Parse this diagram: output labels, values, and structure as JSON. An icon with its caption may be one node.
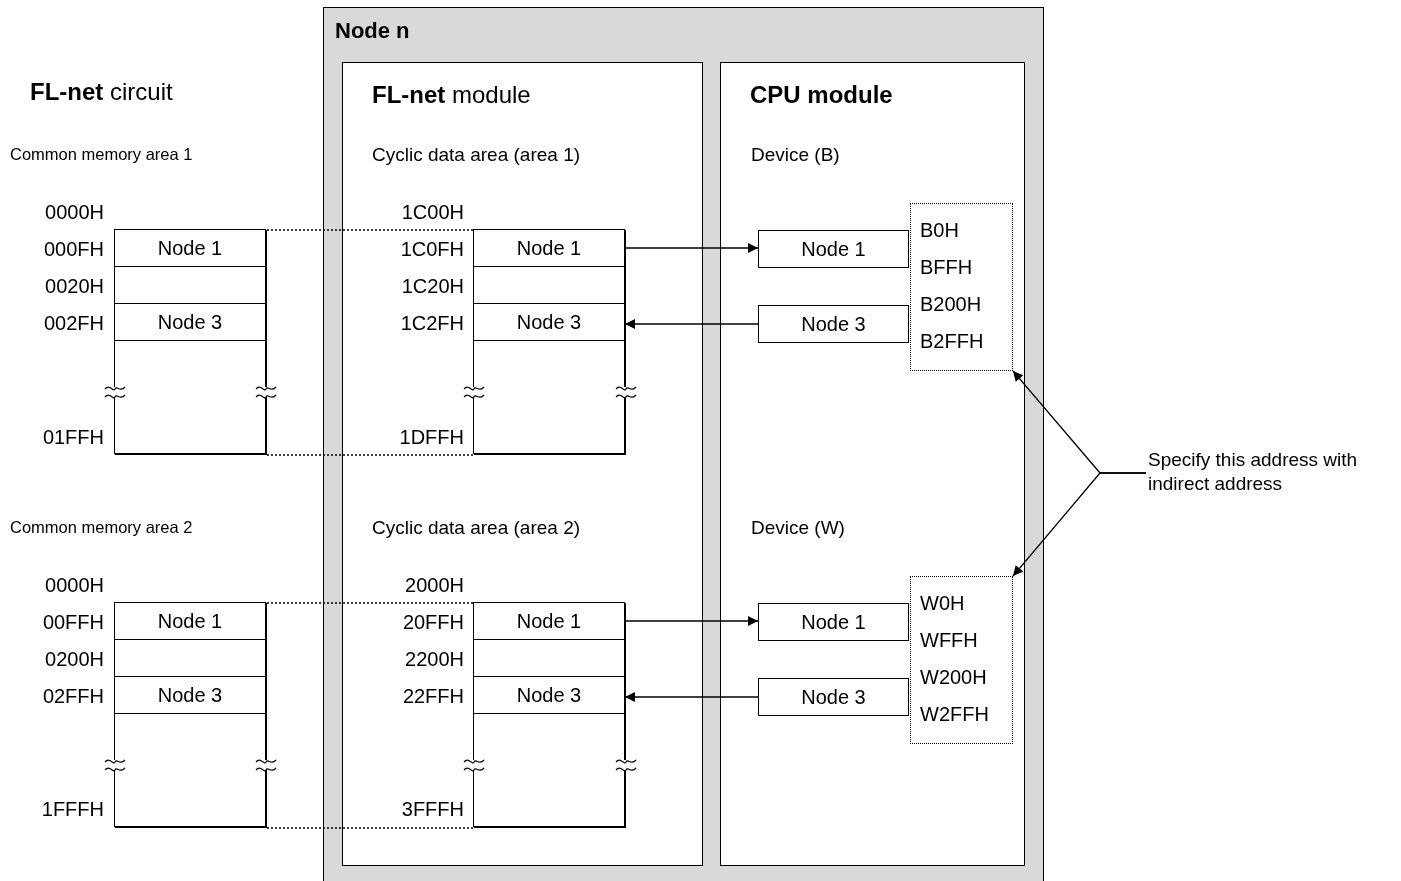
{
  "diagram": {
    "nodes": [
      {
        "text": [
          "Node n"
        ]
      },
      {
        "text": [
          "**FL-net** module"
        ],
        "in": 0
      },
      {
        "text": [
          "CPU module"
        ],
        "in": 0
      },
      {
        "text": [],
        "shape": "box"
      },
      {
        "text": [
          "Node 1"
        ],
        "in": 3
      },
      {
        "text": [],
        "shape": "box",
        "in": 3
      },
      {
        "text": [
          "Node 3"
        ],
        "in": 3
      },
      {
        "text": [],
        "shape": "box",
        "in": 3
      },
      {
        "text": [],
        "shape": "box",
        "in": 1
      },
      {
        "text": [
          "Node 1"
        ],
        "in": 8
      },
      {
        "text": [],
        "shape": "box",
        "in": 8
      },
      {
        "text": [
          "Node 3"
        ],
        "in": 8
      },
      {
        "text": [],
        "shape": "box",
        "in": 8
      },
      {
        "text": [
          "Node 1"
        ],
        "in": 2
      },
      {
        "text": [
          "Node 3"
        ],
        "in": 2
      },
      {
        "text": [
          "B0H",
          "BFFH",
          "B200H",
          "B2FFH"
        ],
        "in": 2
      },
      {
        "text": [
          "Specify this address with indirect address"
        ]
      },
      {
        "text": [],
        "shape": "box"
      },
      {
        "text": [
          "Node 1"
        ],
        "in": 17
      },
      {
        "text": [],
        "shape": "box",
        "in": 17
      },
      {
        "text": [
          "Node 3"
        ],
        "in": 17
      },
      {
        "text": [],
        "shape": "box",
        "in": 17
      },
      {
        "text": [],
        "shape": "box",
        "in": 1
      },
      {
        "text": [
          "Node 1"
        ],
        "in": 22
      },
      {
        "text": [],
        "shape": "box",
        "in": 22
      },
      {
        "text": [
          "Node 3"
        ],
        "in": 22
      },
      {
        "text": [],
        "shape": "box",
        "in": 22
      },
      {
        "text": [
          "Node 1"
        ],
        "in": 2
      },
      {
        "text": [
          "Node 3"
        ],
        "in": 2
      },
      {
        "text": [
          "W0H",
          "WFFH",
          "W200H",
          "W2FFH"
        ],
        "in": 2
      }
    ],
    "edges": [
      {
        "from": 3,
        "to": 8,
        "arrow": "none",
        "style": "dashed"
      },
      {
        "from": 3,
        "to": 8,
        "arrow": "none",
        "style": "dashed"
      },
      {
        "from": 9,
        "to": 13,
        "arrow": "to"
      },
      {
        "from": 14,
        "to": 11,
        "arrow": "to"
      },
      {
        "from": 16,
        "to": 15,
        "arrow": "to"
      },
      {
        "from": 16,
        "to": 29,
        "arrow": "to"
      },
      {
        "from": 17,
        "to": 22,
        "arrow": "none",
        "style": "dashed"
      },
      {
        "from": 17,
        "to": 22,
        "arrow": "none",
        "style": "dashed"
      },
      {
        "from": 23,
        "to": 27,
        "arrow": "to"
      },
      {
        "from": 28,
        "to": 25,
        "arrow": "to"
      }
    ],
    "labels": [
      "**FL-net** circuit",
      "Common memory area 1",
      "0000H",
      "000FH",
      "0020H",
      "002FH",
      "01FFH",
      "Cyclic data area (area 1)",
      "1C00H",
      "1C0FH",
      "1C20H",
      "1C2FH",
      "1DFFH",
      "Device (B)",
      "Common memory area 2",
      "0000H",
      "00FFH",
      "0200H",
      "02FFH",
      "1FFFH",
      "Cyclic data area (area 2)",
      "2000H",
      "20FFH",
      "2200H",
      "22FFH",
      "3FFFH",
      "Device (W)"
    ]
  }
}
